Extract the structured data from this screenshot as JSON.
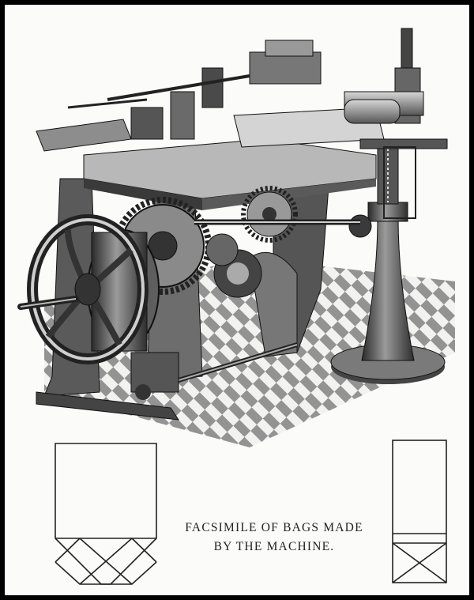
{
  "page": {
    "background_color": "#fbfbf9",
    "border_color": "#000000"
  },
  "illustration": {
    "subject": "bag-making-machine-engraving",
    "ink_color": "#1c1c1c"
  },
  "caption": {
    "line1": "FACSIMILE OF BAGS MADE",
    "line2": "BY THE MACHINE."
  },
  "bags": {
    "left": {
      "style": "square-bottom-bag-diagram"
    },
    "right": {
      "style": "satchel-bottom-bag-diagram"
    }
  }
}
